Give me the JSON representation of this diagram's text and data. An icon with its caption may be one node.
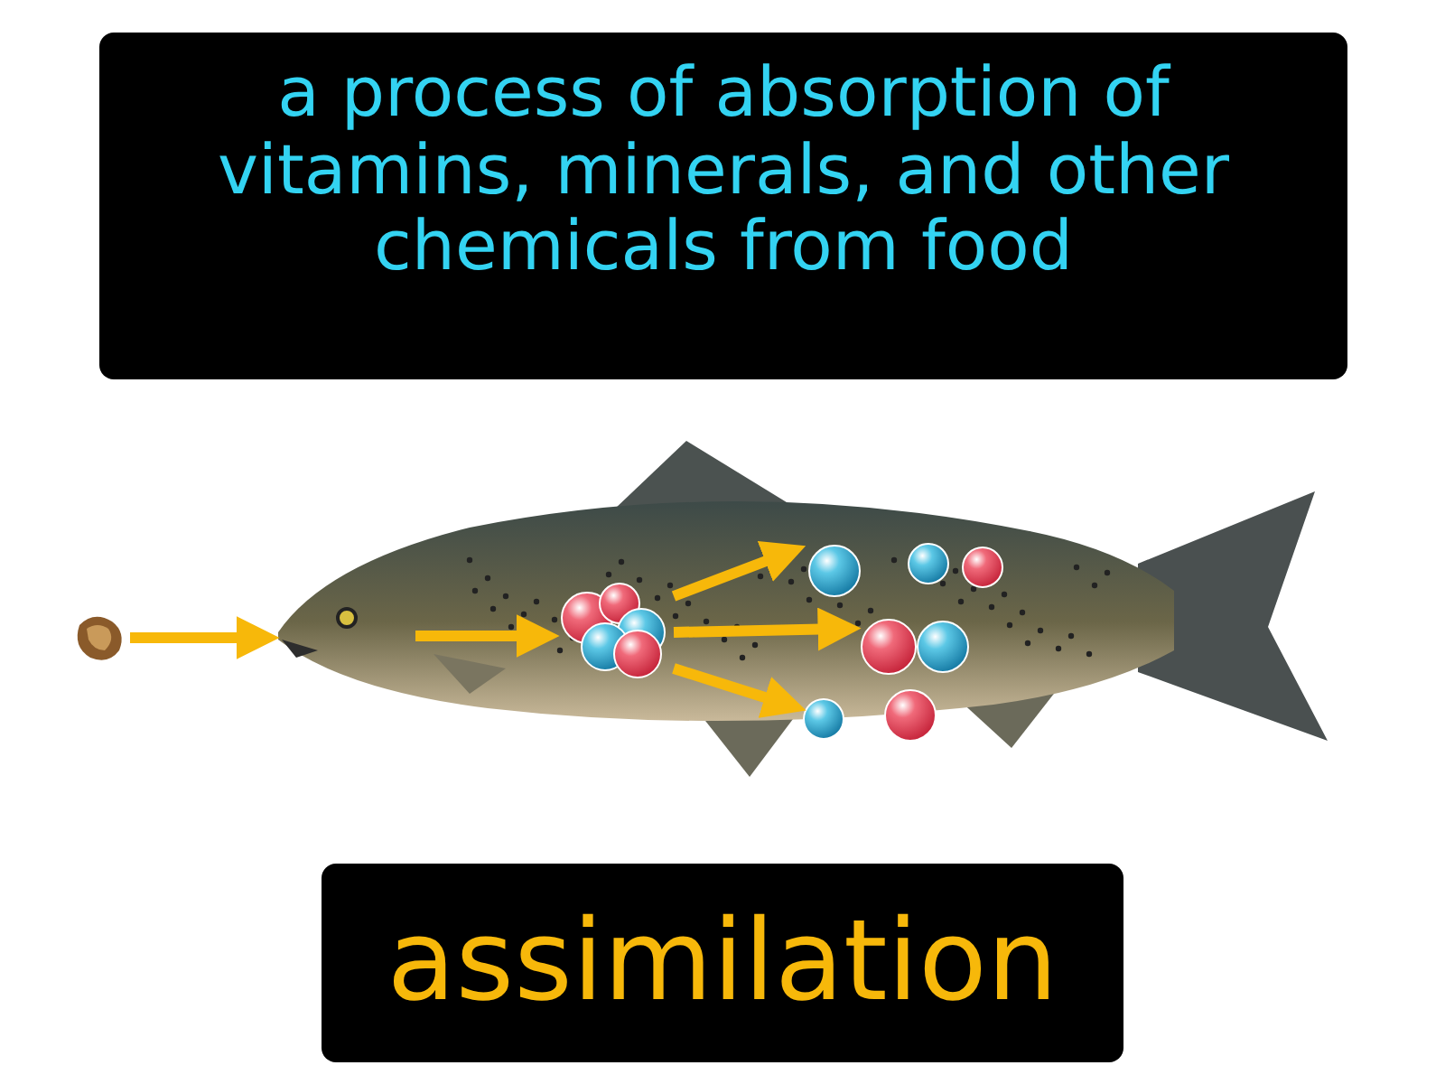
{
  "diagram": {
    "nodes": [
      {
        "text": [],
        "shape": "picture"
      },
      {
        "text": [],
        "shape": "picture"
      },
      {
        "text": [],
        "shape": "circle",
        "in": 1
      },
      {
        "text": [],
        "shape": "circle",
        "in": 1
      },
      {
        "text": [],
        "shape": "circle",
        "in": 1
      },
      {
        "text": [],
        "shape": "circle",
        "in": 1
      }
    ],
    "edges": [
      {
        "from": 0,
        "to": 1,
        "arrow": "to"
      },
      {
        "from": null,
        "to": 2,
        "arrow": "to"
      },
      {
        "from": 2,
        "to": 3,
        "arrow": "to"
      },
      {
        "from": 2,
        "to": 4,
        "arrow": "to"
      },
      {
        "from": 2,
        "to": 5,
        "arrow": "to"
      }
    ],
    "labels": [
      "a process of absorption of vitamins, minerals, and other chemicals from food",
      "assimilation"
    ]
  }
}
